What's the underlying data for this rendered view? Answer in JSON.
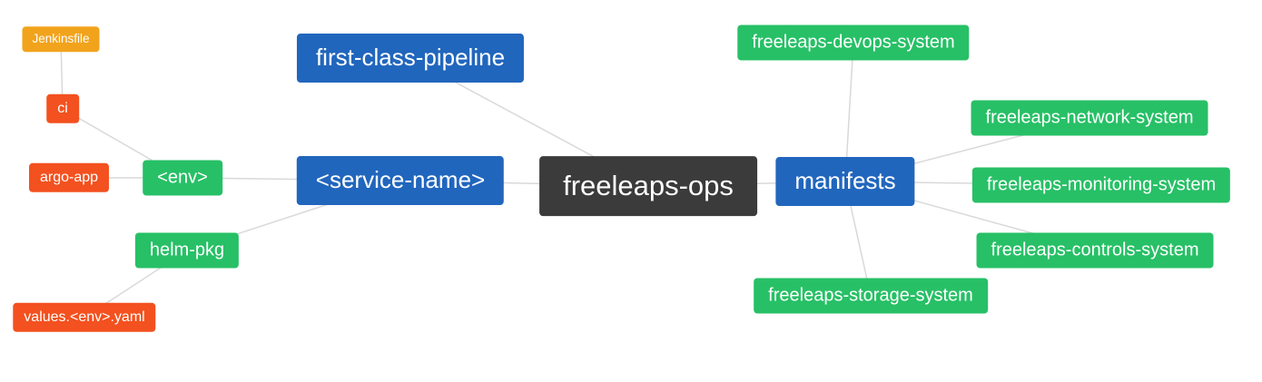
{
  "diagram": {
    "title": "freeleaps-ops repository mind map",
    "colors": {
      "root_bg": "#3b3b3b",
      "blue": "#2166bd",
      "green": "#27c066",
      "red": "#f3511f",
      "orange": "#f2a31c",
      "edge": "#d9d9d9",
      "text": "#ffffff",
      "background": "#ffffff"
    },
    "nodes": {
      "root": {
        "label": "freeleaps-ops"
      },
      "first_class_pipeline": {
        "label": "first-class-pipeline"
      },
      "service_name": {
        "label": "<service-name>"
      },
      "env": {
        "label": "<env>"
      },
      "ci": {
        "label": "ci"
      },
      "jenkinsfile": {
        "label": "Jenkinsfile"
      },
      "argo_app": {
        "label": "argo-app"
      },
      "helm_pkg": {
        "label": "helm-pkg"
      },
      "values_env_yaml": {
        "label": "values.<env>.yaml"
      },
      "manifests": {
        "label": "manifests"
      },
      "devops_system": {
        "label": "freeleaps-devops-system"
      },
      "network_system": {
        "label": "freeleaps-network-system"
      },
      "monitoring_system": {
        "label": "freeleaps-monitoring-system"
      },
      "controls_system": {
        "label": "freeleaps-controls-system"
      },
      "storage_system": {
        "label": "freeleaps-storage-system"
      }
    },
    "edges": [
      [
        "jenkinsfile",
        "ci"
      ],
      [
        "ci",
        "env"
      ],
      [
        "argo_app",
        "env"
      ],
      [
        "env",
        "service_name"
      ],
      [
        "helm_pkg",
        "service_name"
      ],
      [
        "values_env_yaml",
        "helm_pkg"
      ],
      [
        "first_class_pipeline",
        "root"
      ],
      [
        "service_name",
        "root"
      ],
      [
        "root",
        "manifests"
      ],
      [
        "manifests",
        "devops_system"
      ],
      [
        "manifests",
        "network_system"
      ],
      [
        "manifests",
        "monitoring_system"
      ],
      [
        "manifests",
        "controls_system"
      ],
      [
        "manifests",
        "storage_system"
      ]
    ]
  }
}
